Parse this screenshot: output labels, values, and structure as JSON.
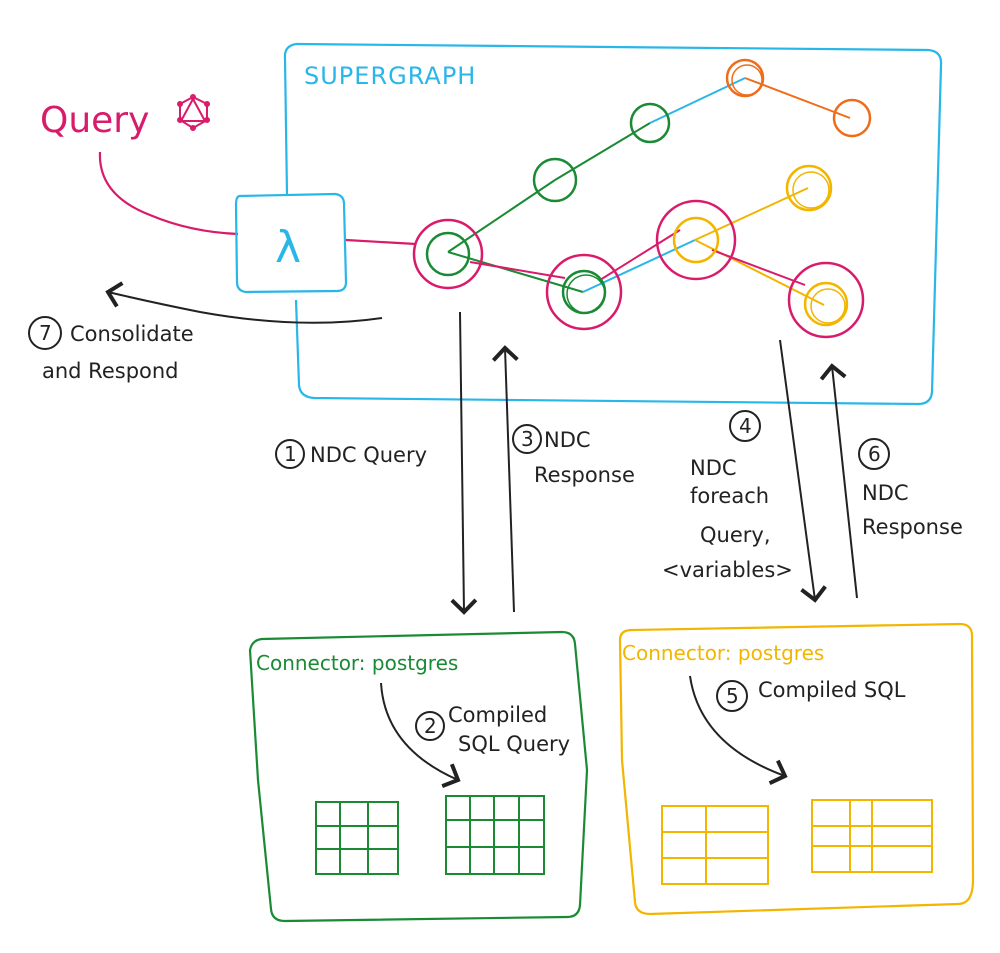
{
  "supergraph": {
    "title": "SUPERGRAPH"
  },
  "query": {
    "label": "Query"
  },
  "lambda": {
    "symbol": "λ"
  },
  "steps": [
    {
      "num": "1",
      "lines": [
        "NDC Query"
      ]
    },
    {
      "num": "2",
      "lines": [
        "Compiled",
        "SQL Query"
      ]
    },
    {
      "num": "3",
      "lines": [
        "NDC",
        "Response"
      ]
    },
    {
      "num": "4",
      "lines": [
        "NDC",
        "foreach",
        "Query,",
        "<variables>"
      ]
    },
    {
      "num": "5",
      "lines": [
        "Compiled SQL"
      ]
    },
    {
      "num": "6",
      "lines": [
        "NDC",
        "Response"
      ]
    },
    {
      "num": "7",
      "lines": [
        "Consolidate",
        "and Respond"
      ]
    }
  ],
  "connectors": [
    {
      "label": "Connector: postgres",
      "color": "#1a8a34"
    },
    {
      "label": "Connector: postgres",
      "color": "#f2b500"
    }
  ],
  "colors": {
    "supergraph": "#29b6e8",
    "query": "#d81b6a",
    "green": "#1a8a34",
    "yellow": "#f2b500",
    "orange": "#ef6c1a",
    "ink": "#222222"
  }
}
